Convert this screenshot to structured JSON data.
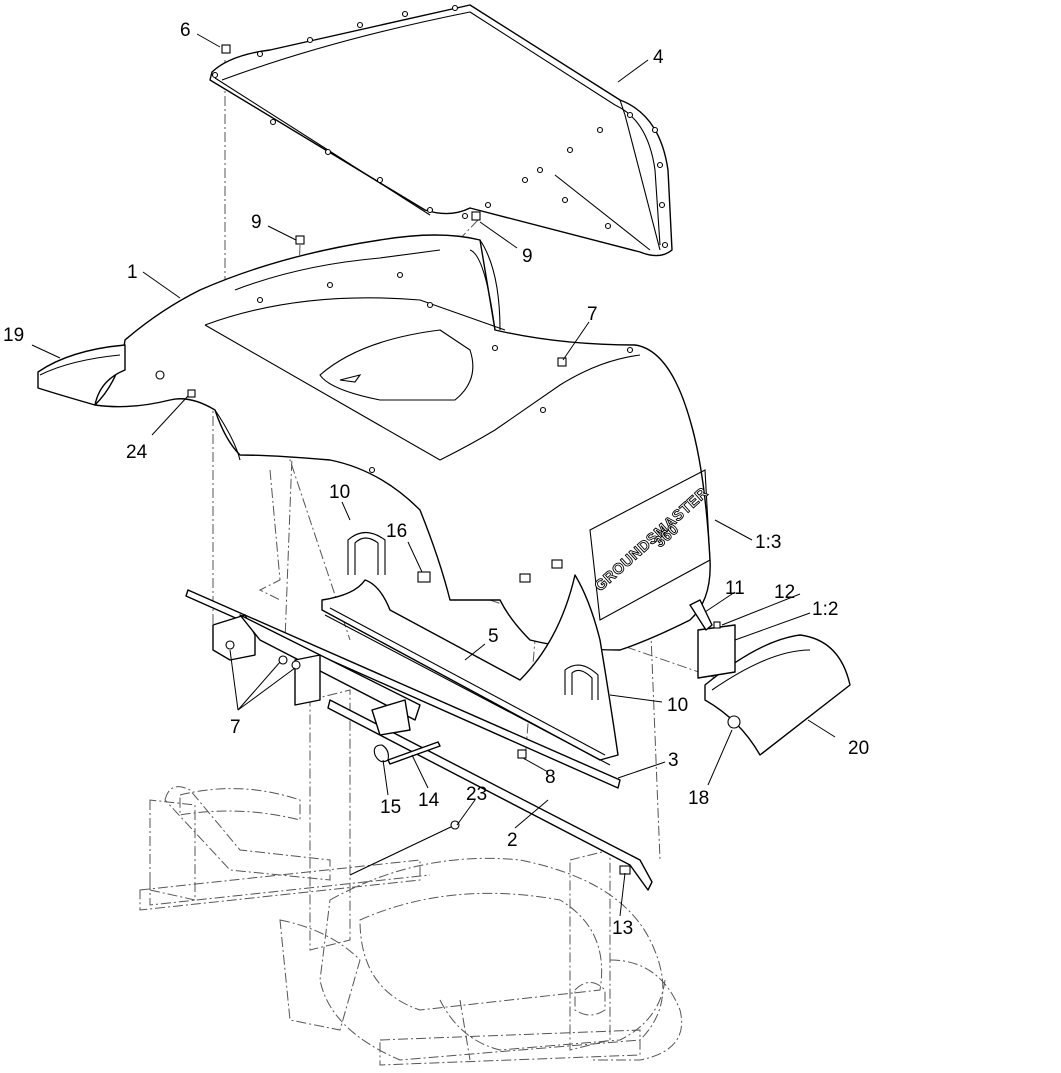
{
  "decal": {
    "text": "GROUNDSMASTER",
    "model": "360"
  },
  "callouts": [
    {
      "id": "c-6",
      "text": "6"
    },
    {
      "id": "c-4",
      "text": "4"
    },
    {
      "id": "c-9a",
      "text": "9"
    },
    {
      "id": "c-9b",
      "text": "9"
    },
    {
      "id": "c-1",
      "text": "1"
    },
    {
      "id": "c-19",
      "text": "19"
    },
    {
      "id": "c-7a",
      "text": "7"
    },
    {
      "id": "c-24",
      "text": "24"
    },
    {
      "id": "c-10a",
      "text": "10"
    },
    {
      "id": "c-16",
      "text": "16"
    },
    {
      "id": "c-1-3",
      "text": "1:3"
    },
    {
      "id": "c-11",
      "text": "11"
    },
    {
      "id": "c-12",
      "text": "12"
    },
    {
      "id": "c-1-2",
      "text": "1:2"
    },
    {
      "id": "c-5",
      "text": "5"
    },
    {
      "id": "c-10b",
      "text": "10"
    },
    {
      "id": "c-7b",
      "text": "7"
    },
    {
      "id": "c-20",
      "text": "20"
    },
    {
      "id": "c-3",
      "text": "3"
    },
    {
      "id": "c-8",
      "text": "8"
    },
    {
      "id": "c-18",
      "text": "18"
    },
    {
      "id": "c-15",
      "text": "15"
    },
    {
      "id": "c-14",
      "text": "14"
    },
    {
      "id": "c-23",
      "text": "23"
    },
    {
      "id": "c-2",
      "text": "2"
    },
    {
      "id": "c-13",
      "text": "13"
    }
  ]
}
